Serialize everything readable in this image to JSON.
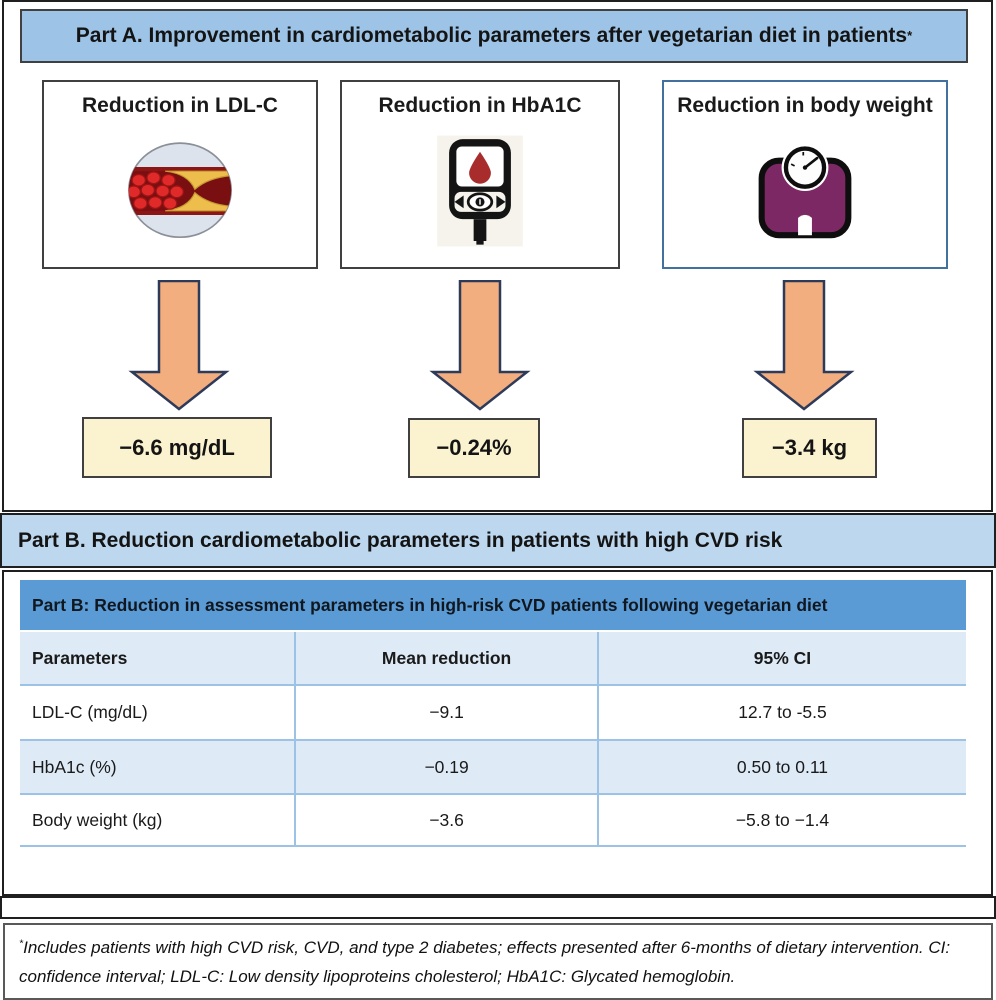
{
  "part_a": {
    "header": "Part A. Improvement in cardiometabolic parameters after vegetarian diet in patients",
    "header_sup": "*",
    "items": [
      {
        "title": "Reduction in LDL-C",
        "icon": "blocked-artery-icon",
        "value": "−6.6 mg/dL"
      },
      {
        "title": "Reduction in HbA1C",
        "icon": "glucometer-icon",
        "value": "−0.24%"
      },
      {
        "title": "Reduction in body weight",
        "icon": "weight-scale-icon",
        "value": "−3.4 kg"
      }
    ]
  },
  "part_b": {
    "header": "Part B. Reduction cardiometabolic parameters in patients with high CVD risk",
    "table": {
      "caption": "Part B: Reduction in assessment parameters in high-risk CVD patients following vegetarian diet",
      "columns": [
        "Parameters",
        "Mean reduction",
        "95% CI"
      ],
      "rows": [
        {
          "parameter": "LDL-C (mg/dL)",
          "mean_reduction": "−9.1",
          "ci": "12.7 to -5.5"
        },
        {
          "parameter": "HbA1c (%)",
          "mean_reduction": "−0.19",
          "ci": "0.50 to 0.11"
        },
        {
          "parameter": "Body weight (kg)",
          "mean_reduction": "−3.6",
          "ci": "−5.8 to −1.4"
        }
      ]
    }
  },
  "footnote": {
    "sup": "*",
    "text": "Includes patients with high CVD risk, CVD, and type 2 diabetes; effects presented after 6-months of dietary intervention. CI: confidence interval; LDL-C: Low density lipoproteins cholesterol; HbA1C: Glycated hemoglobin."
  },
  "colors": {
    "header_blue_light": "#9DC3E6",
    "header_blue_pale": "#BDD7EE",
    "table_caption_blue": "#5B9BD5",
    "table_band_blue": "#DEEBF7",
    "table_line_blue": "#9CC2E5",
    "arrow_fill": "#F2AE7E",
    "arrow_border": "#2E3A59",
    "value_fill": "#FBF2CF",
    "value_border": "#404040",
    "panel_border": "#1F1F1F",
    "box_border": "#404040",
    "box3_border": "#41719C",
    "footnote_border": "#595959"
  }
}
